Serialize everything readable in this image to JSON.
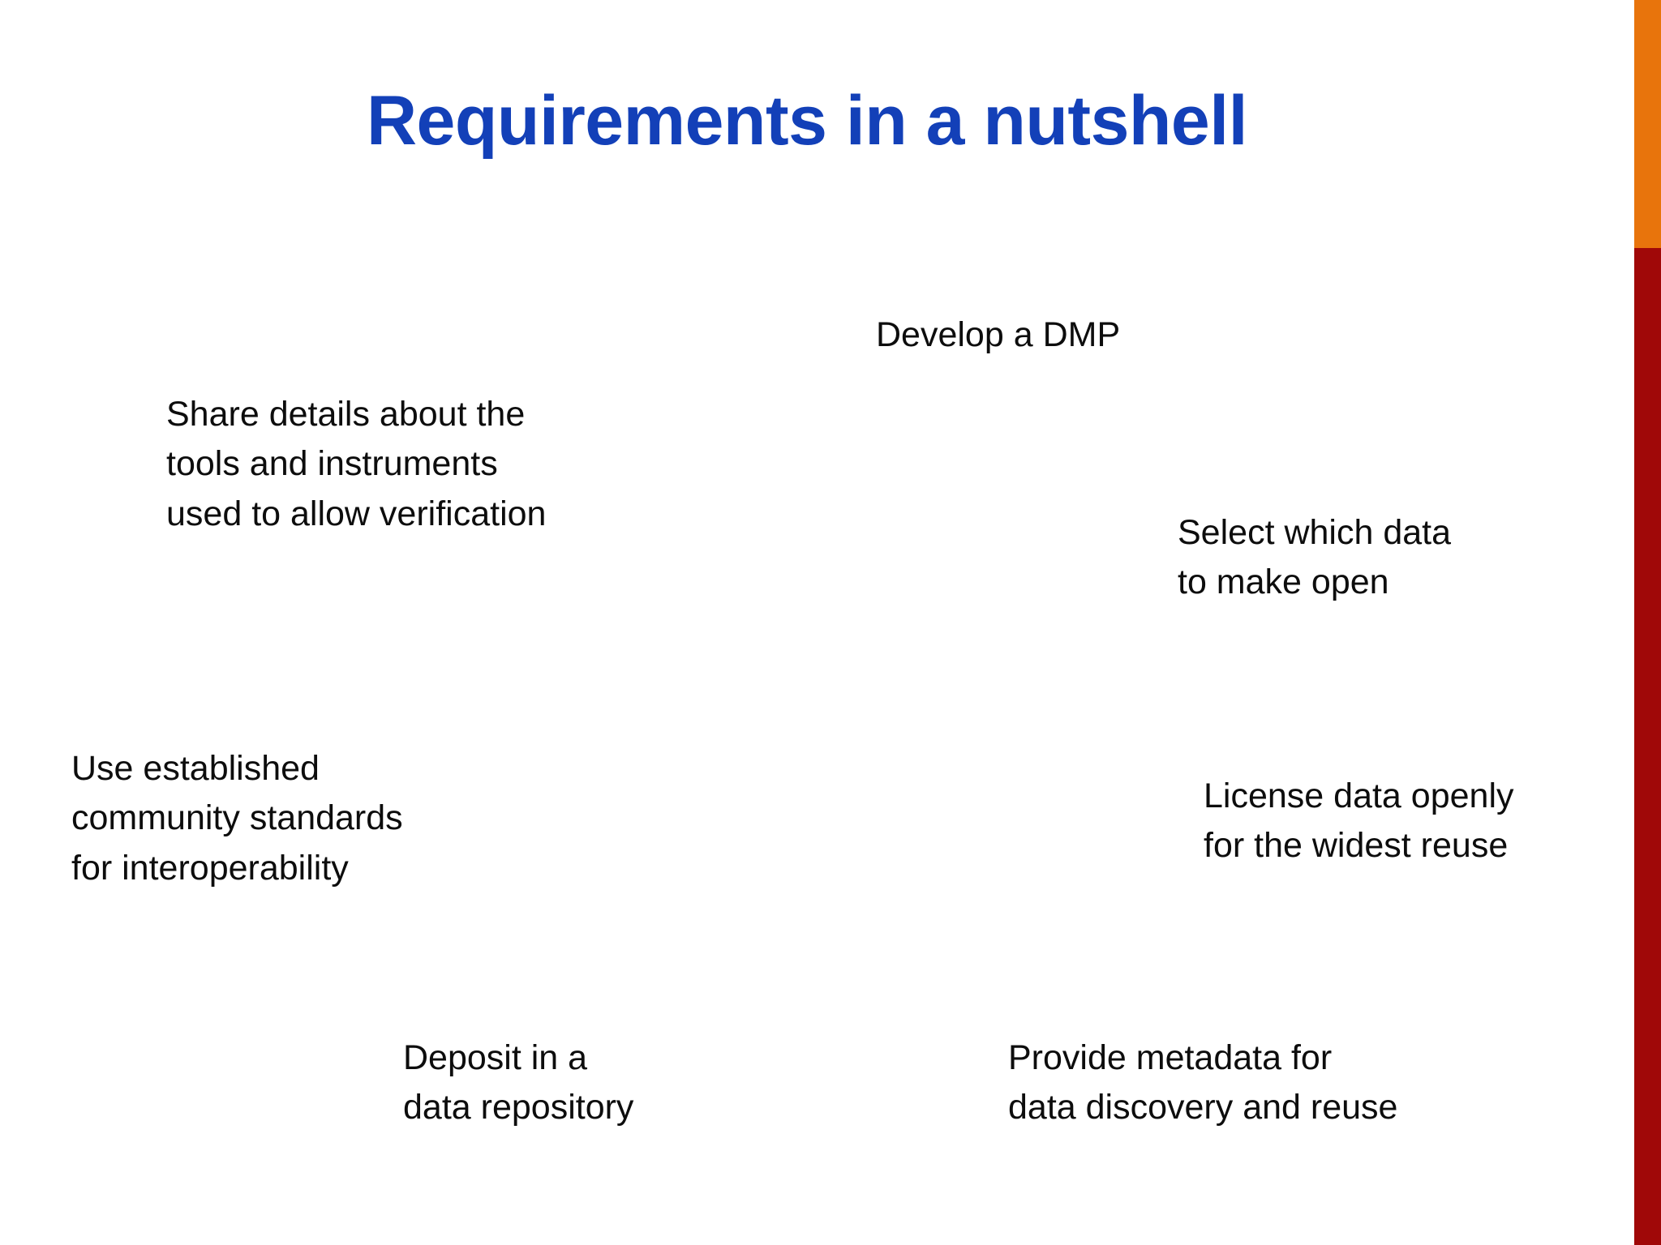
{
  "slide": {
    "title": "Requirements in a nutshell",
    "title_color": "#1340B8",
    "background_color": "#FFFFFF",
    "body_text_color": "#0D0D0D"
  },
  "decoration": {
    "right_bar_top_color": "#E8740C",
    "right_bar_bottom_color": "#A00808"
  },
  "callouts": [
    {
      "id": "develop-dmp",
      "text": "Develop a DMP"
    },
    {
      "id": "share-details",
      "text": "Share details about the\ntools and instruments\nused to allow verification"
    },
    {
      "id": "select-data",
      "text": "Select which data\nto make open"
    },
    {
      "id": "use-standards",
      "text": "Use established\ncommunity standards\nfor interoperability"
    },
    {
      "id": "license-data",
      "text": "License data openly\nfor the widest reuse"
    },
    {
      "id": "deposit-repo",
      "text": "Deposit in a\ndata repository"
    },
    {
      "id": "provide-metadata",
      "text": "Provide metadata for\ndata discovery and reuse"
    }
  ]
}
